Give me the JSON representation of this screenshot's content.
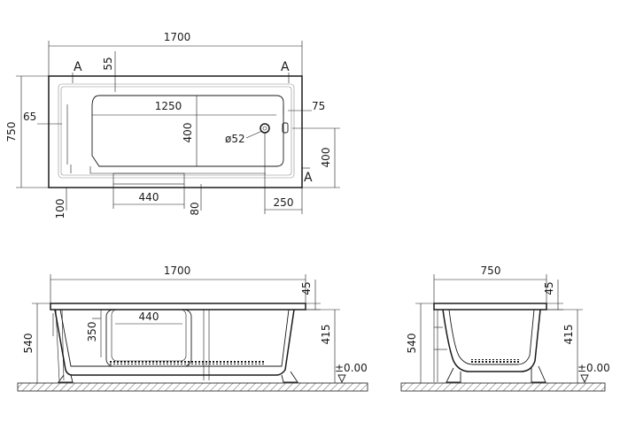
{
  "top_view": {
    "overall_length": "1700",
    "overall_width": "750",
    "rim_top": "55",
    "rim_side": "65",
    "rim_bottom": "100",
    "basin_length": "1250",
    "basin_width": "400",
    "drain_diameter": "ø52",
    "drain_offset": "75",
    "drain_height": "400",
    "door_width": "440",
    "door_gap": "80",
    "drain_to_end": "250",
    "section_marker": "A"
  },
  "side_view": {
    "length": "1700",
    "rim_thickness": "45",
    "door_opening": "440",
    "door_height": "350",
    "total_height": "540",
    "rim_height": "415",
    "floor_level": "±0.00"
  },
  "end_view": {
    "width": "750",
    "rim_thickness": "45",
    "total_height": "540",
    "rim_height": "415",
    "floor_level": "±0.00"
  }
}
